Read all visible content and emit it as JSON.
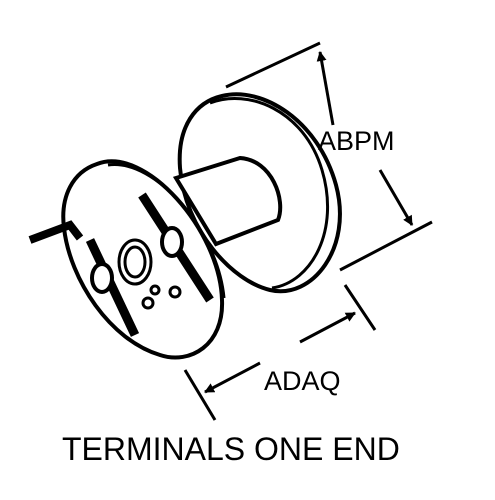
{
  "diagram": {
    "dimensions": [
      {
        "id": "flange-diameter",
        "label": "ABPM"
      },
      {
        "id": "overall-length",
        "label": "ADAQ"
      }
    ],
    "caption": "TERMINALS ONE END"
  },
  "colors": {
    "stroke": "#000000",
    "fill": "#ffffff"
  }
}
